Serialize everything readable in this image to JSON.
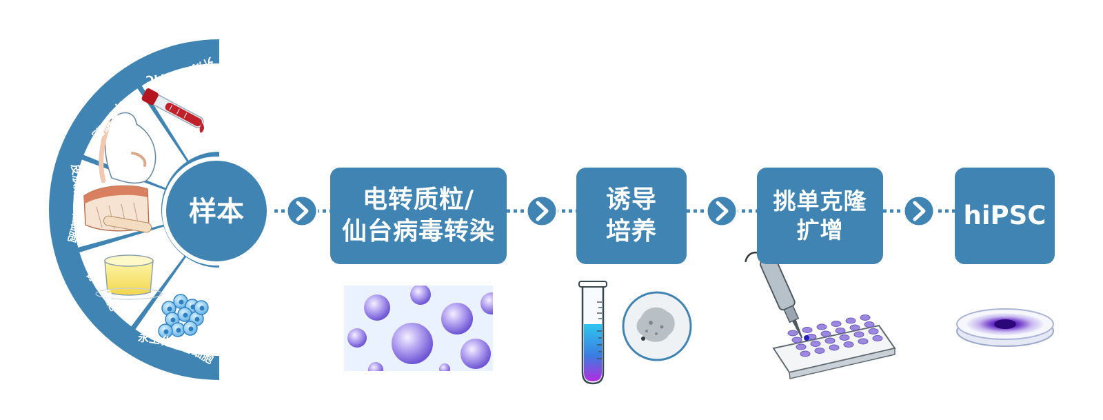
{
  "center": {
    "label": "样本"
  },
  "sources": [
    {
      "label": "外周血PBMC",
      "icon": "blood-tube-icon"
    },
    {
      "label": "羊水细胞",
      "icon": "pregnant-woman-icon"
    },
    {
      "label": "皮肤成纤维细胞",
      "icon": "skin-tissue-icon"
    },
    {
      "label": "尿液细胞",
      "icon": "urine-cup-icon"
    },
    {
      "label": "永生化淋巴细胞",
      "icon": "cell-cluster-icon"
    }
  ],
  "steps": [
    {
      "lines": [
        "电转质粒/",
        "仙台病毒转染"
      ],
      "icon": "vesicles-icon"
    },
    {
      "lines": [
        "诱导",
        "培养"
      ],
      "icon": "test-tube-icon"
    },
    {
      "lines": [
        "挑单克隆",
        "扩增"
      ],
      "icon": "pipette-plate-icon"
    },
    {
      "lines": [
        "hiPSC"
      ],
      "icon": "petri-dish-icon"
    }
  ],
  "colors": {
    "primary": "#3f84b3",
    "chevron_bg": "#3f84b3",
    "connector": "#3f84b3",
    "blood": "#c0202a",
    "vesicle": "#7b6ad8",
    "test_tube_liquid": "#29b6e8",
    "colony": "#4b1aa8"
  }
}
